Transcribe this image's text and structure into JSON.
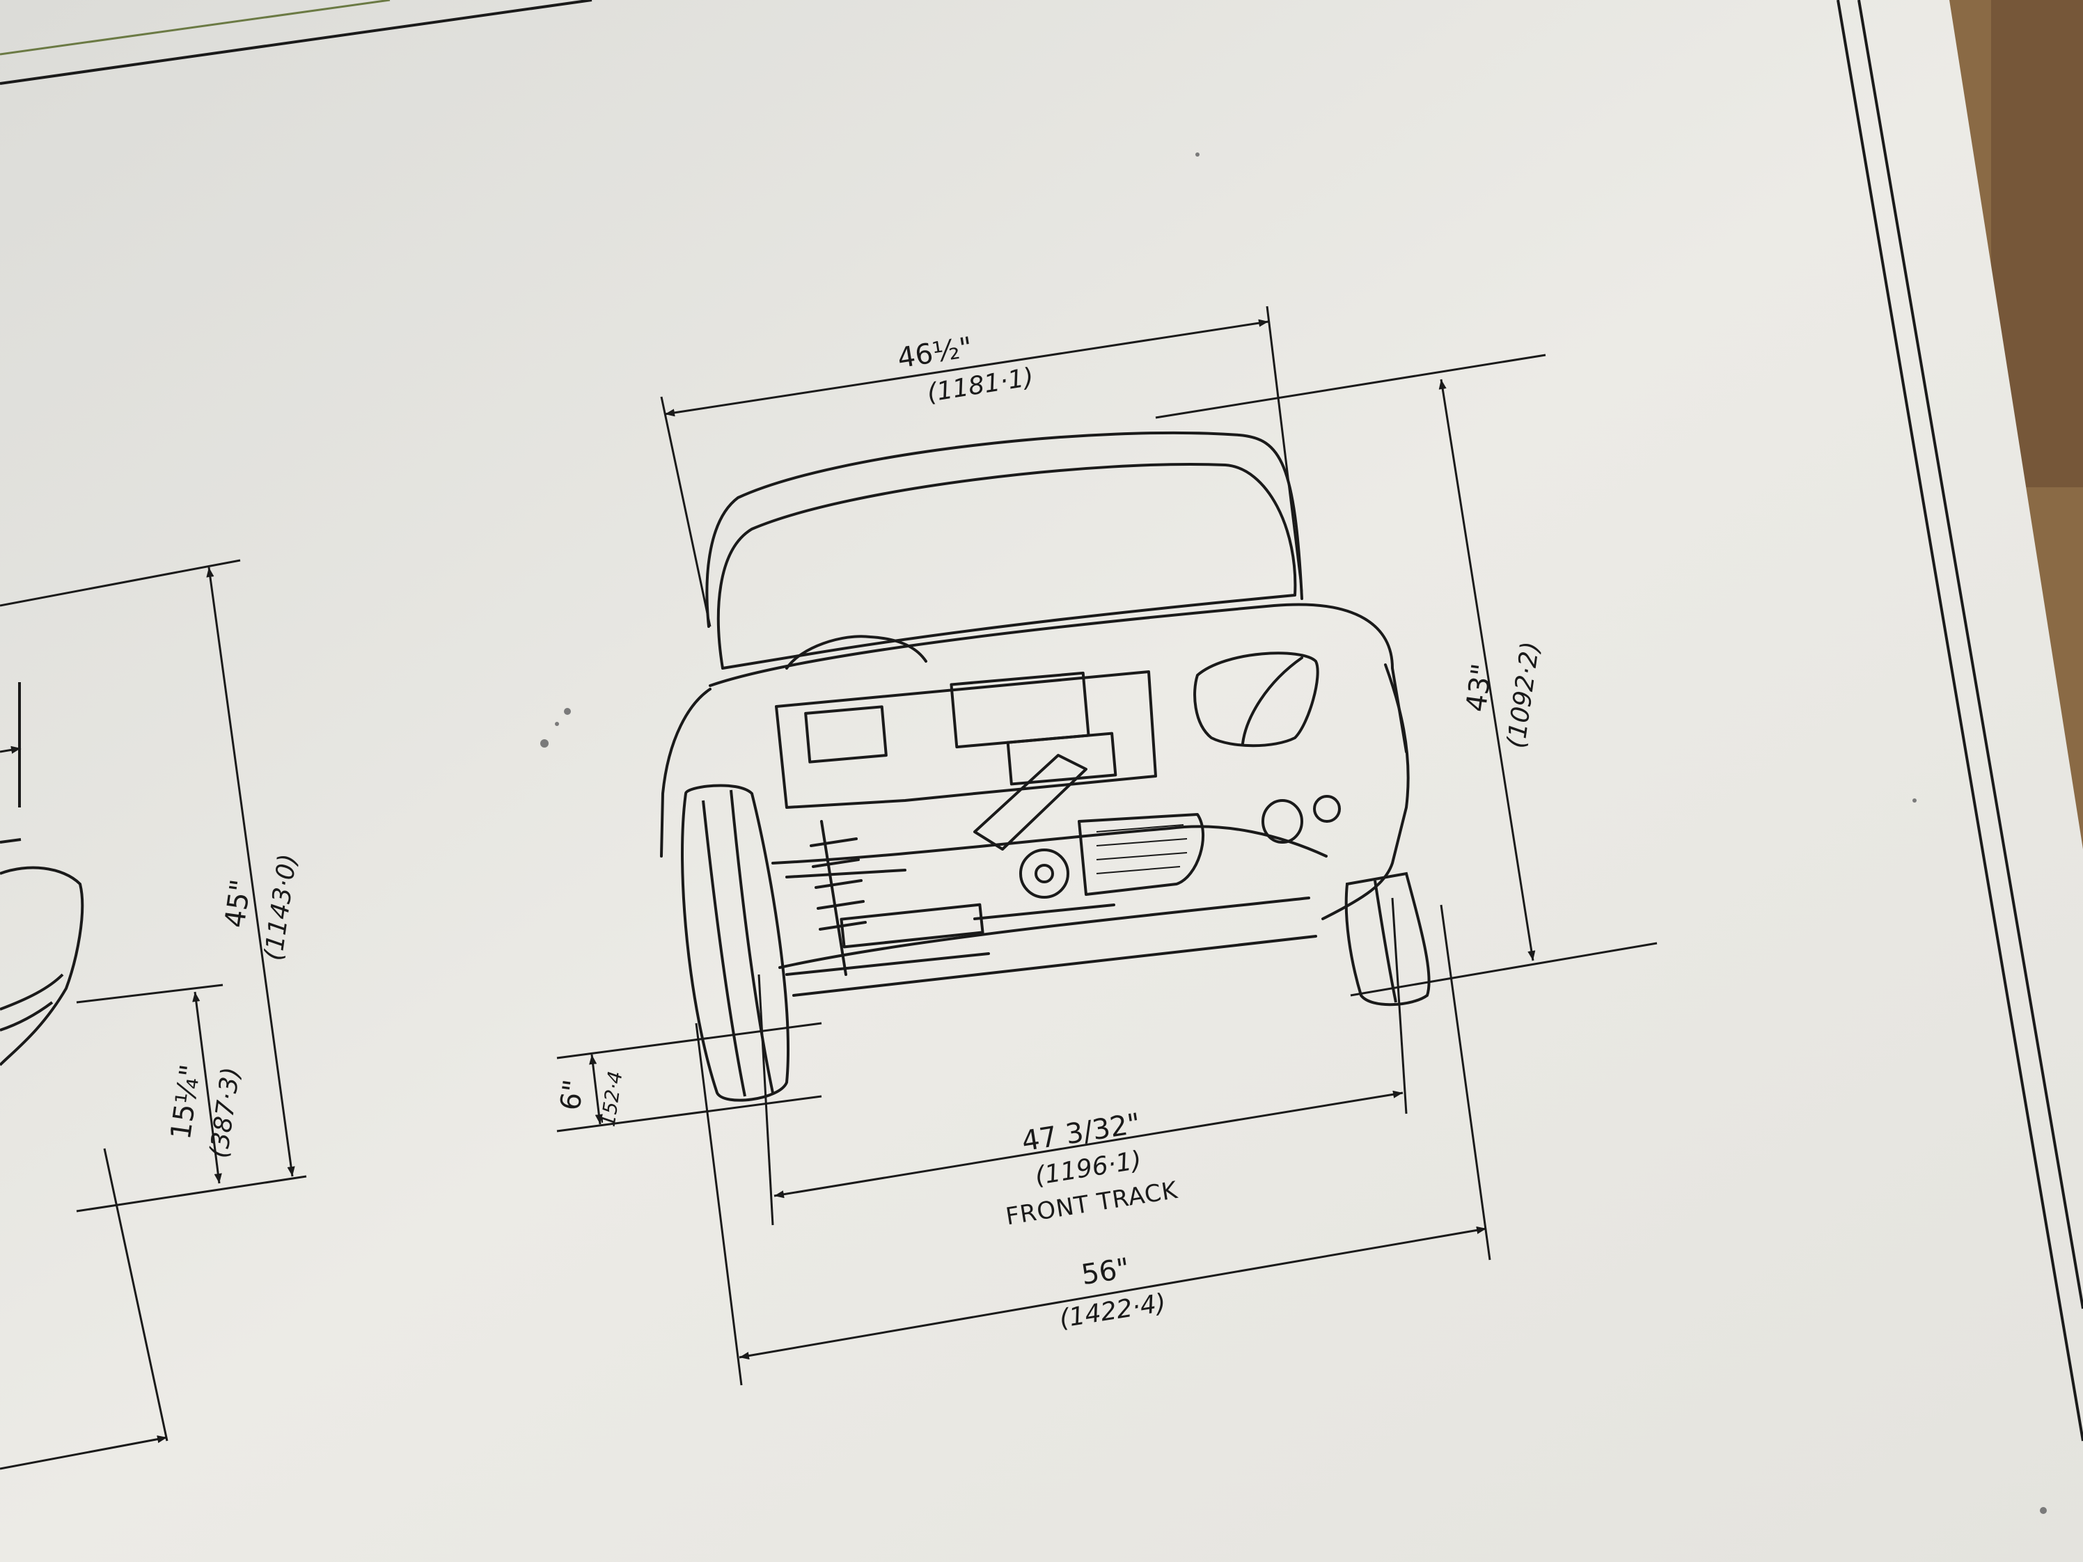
{
  "drawing": {
    "main_view": {
      "overall_width": {
        "imperial": "46½\"",
        "metric": "(1181·1)"
      },
      "height": {
        "imperial": "43\"",
        "metric": "(1092·2)"
      },
      "ground_clearance": {
        "imperial": "6\"",
        "metric": "152·4"
      },
      "front_track": {
        "imperial": "47 3/32\"",
        "metric": "(1196·1)",
        "label": "FRONT TRACK"
      },
      "overall_width_at_wheels": {
        "imperial": "56\"",
        "metric": "(1422·4)"
      }
    },
    "side_view": {
      "height": {
        "imperial": "45\"",
        "metric": "(1143·0)"
      },
      "seat_height": {
        "imperial": "15¼\"",
        "metric": "(387·3)"
      }
    }
  },
  "colors": {
    "paper": "#e9e8e3",
    "ink": "#1a1a1a",
    "background_wood": "#8a6a45"
  }
}
